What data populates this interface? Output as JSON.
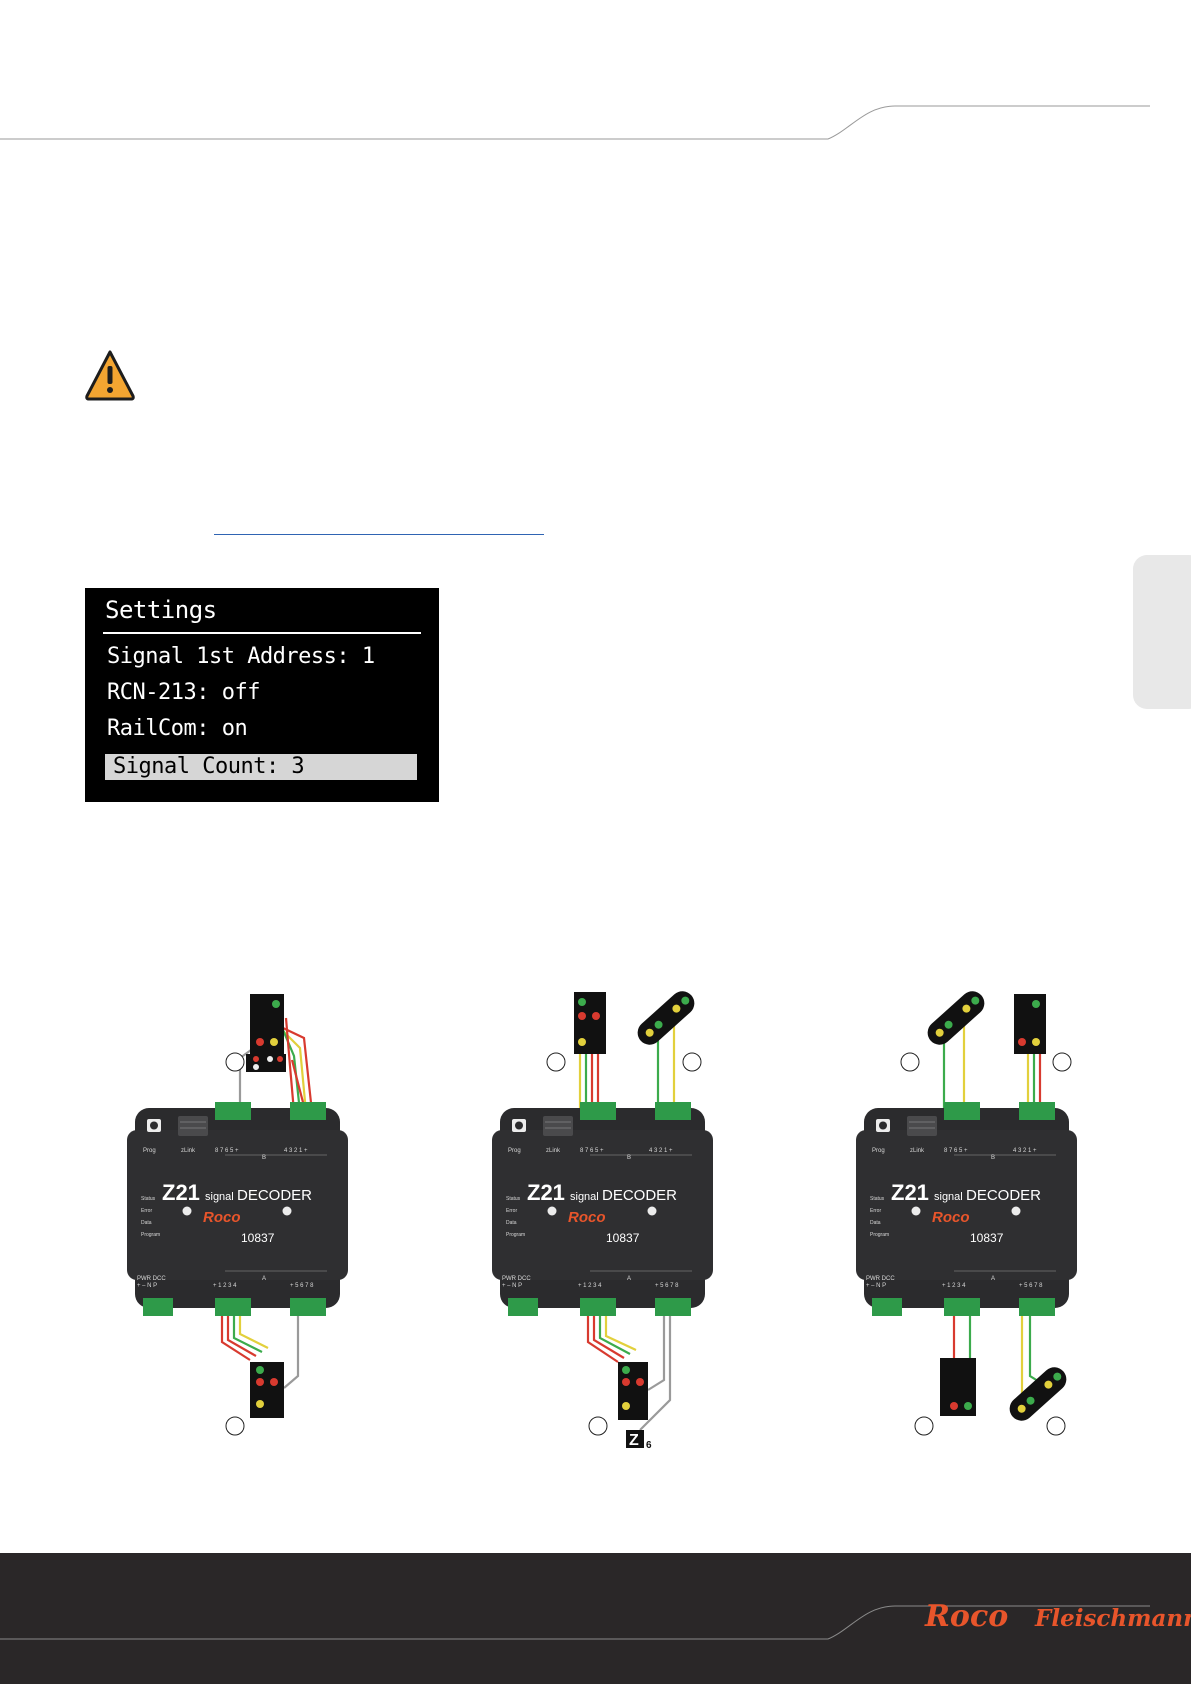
{
  "oled": {
    "title": "Settings",
    "rows": [
      "Signal 1st Address: 1",
      "RCN-213: off",
      "RailCom: on",
      "Signal Count: 3"
    ]
  },
  "decoder": {
    "brand": "Z21",
    "signal_word": "signal",
    "decoder_word": "DECODER",
    "maker": "Roco",
    "model": "10837",
    "label_prog": "Prog",
    "label_zlink": "zLink",
    "status_labels": [
      "Status",
      "Error",
      "Data",
      "Program"
    ],
    "top_left_pins": "8 7 6 5 +",
    "top_right_pins": "4 3 2 1 +",
    "top_bus_letter": "B",
    "bottom_power": "PWR  DCC",
    "bottom_power_pins": "+  –  N P",
    "bottom_mid_pins": "+ 1 2 3 4",
    "bottom_right_pins": "+ 5 6 7 8",
    "bottom_bus_letter": "A"
  },
  "extra_glyph": {
    "letter": "Z",
    "number": "6"
  },
  "footer": {
    "brand_1": "Roco",
    "brand_2": "Fleischmann"
  },
  "colors": {
    "accent": "#e8552b",
    "footer_bg": "#2a2728",
    "terminal": "#2e9a49",
    "warning": "#f3a531"
  }
}
